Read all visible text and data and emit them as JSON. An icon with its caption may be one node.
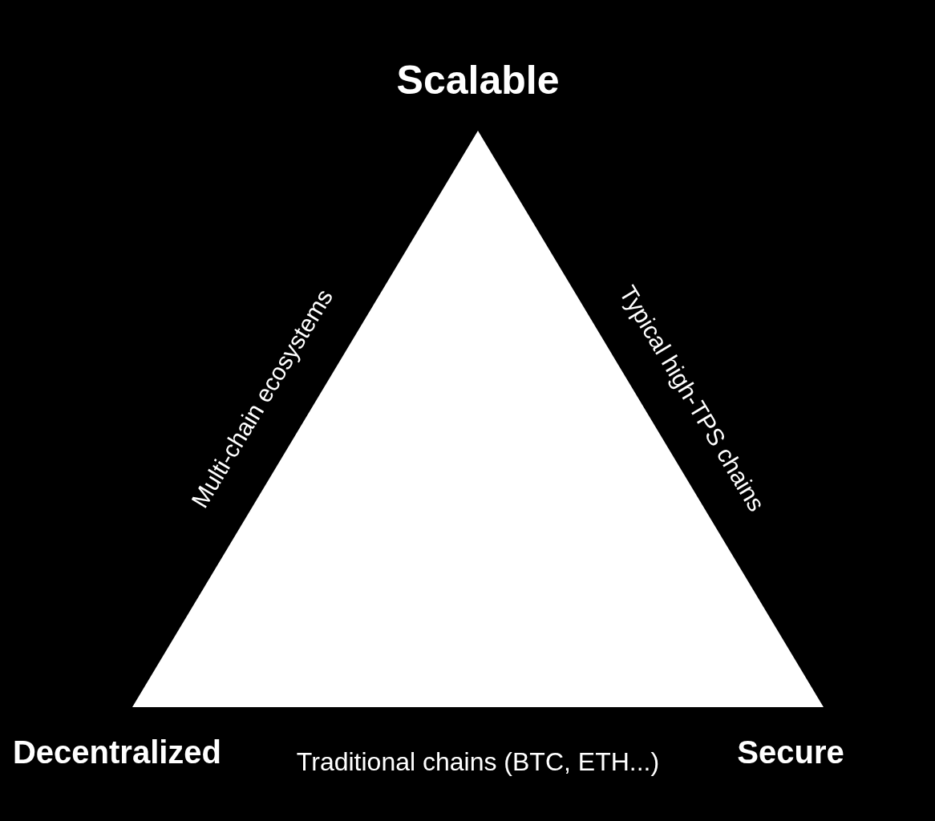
{
  "diagram": {
    "labels": [
      "Scalable",
      "Multi-chain ecosystems",
      "Typical high-TPS chains",
      "Decentralized",
      "Traditional chains (BTC, ETH...)",
      "Secure"
    ]
  }
}
